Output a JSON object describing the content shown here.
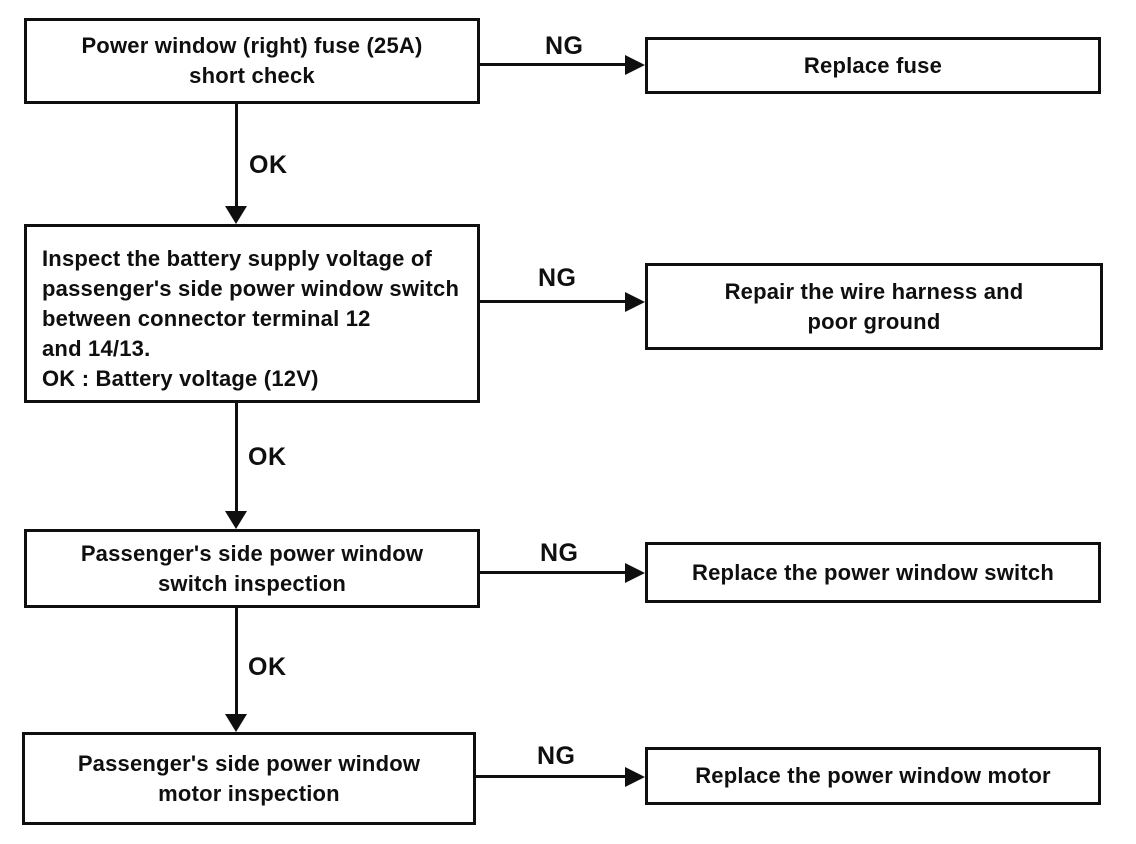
{
  "colors": {
    "ink": "#0f0f0f",
    "paper": "#ffffff"
  },
  "flow": {
    "ok_label": "OK",
    "ng_label": "NG",
    "rows": [
      {
        "check_lines": [
          "Power window (right) fuse (25A)",
          "short check"
        ],
        "ng_result_lines": [
          "Replace fuse"
        ]
      },
      {
        "check_lines": [
          "Inspect the battery supply voltage of",
          "passenger's side power window switch",
          "between connector terminal 12",
          "and 14/13.",
          "OK : Battery voltage (12V)"
        ],
        "ng_result_lines": [
          "Repair the wire harness and",
          "poor ground"
        ]
      },
      {
        "check_lines": [
          "Passenger's side power window",
          "switch inspection"
        ],
        "ng_result_lines": [
          "Replace the power window switch"
        ]
      },
      {
        "check_lines": [
          "Passenger's side power window",
          "motor inspection"
        ],
        "ng_result_lines": [
          "Replace the power window motor"
        ]
      }
    ]
  }
}
